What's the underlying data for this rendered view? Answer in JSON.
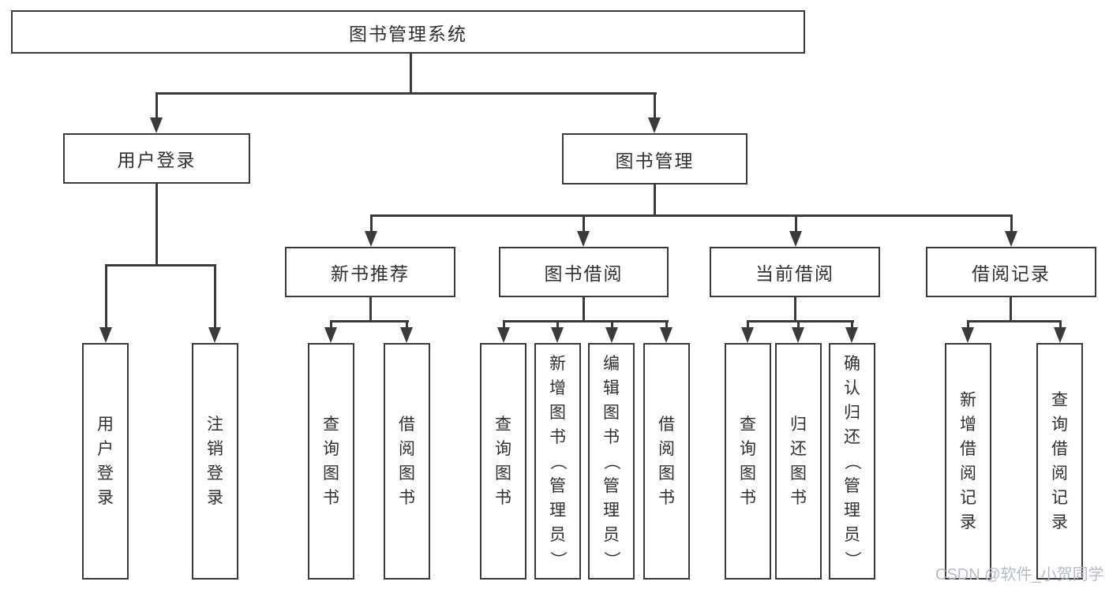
{
  "diagram": {
    "root": {
      "label": "图书管理系统"
    },
    "level2": [
      {
        "label": "用户登录"
      },
      {
        "label": "图书管理"
      }
    ],
    "level3": [
      {
        "label": "新书推荐"
      },
      {
        "label": "图书借阅"
      },
      {
        "label": "当前借阅"
      },
      {
        "label": "借阅记录"
      }
    ],
    "leaves": [
      "用户登录",
      "注销登录",
      "查询图书",
      "借阅图书",
      "查询图书",
      "新增图书（管理员）",
      "编辑图书（管理员）",
      "借阅图书",
      "查询图书",
      "归还图书",
      "确认归还（管理员）",
      "新增借阅记录",
      "查询借阅记录"
    ],
    "watermark": "CSDN @软件_小贺同学"
  }
}
